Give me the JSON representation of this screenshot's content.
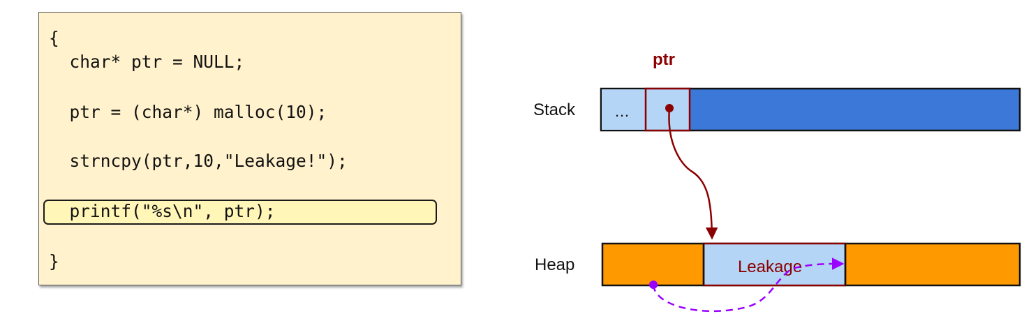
{
  "code": {
    "lines": [
      "{",
      "  char* ptr = NULL;",
      "  ptr = (char*) malloc(10);",
      "  strncpy(ptr,10,\"Leakage!\");",
      "  printf(\"%s\\n\", ptr);",
      "}"
    ],
    "highlighted_line_index": 4
  },
  "diagram": {
    "pointer_label": "ptr",
    "stack_label": "Stack",
    "heap_label": "Heap",
    "stack_ellipsis": "…",
    "heap_buffer_text": "Leakage",
    "colors": {
      "stack_fill": "#3c78d8",
      "light_cell_fill": "#b4d5f5",
      "heap_fill": "#ff9900",
      "pointer_color": "#8b0000",
      "leak_arrow_color": "#9900ff",
      "code_bg": "#fff2cc",
      "highlight_bg": "#fff6b8"
    }
  }
}
